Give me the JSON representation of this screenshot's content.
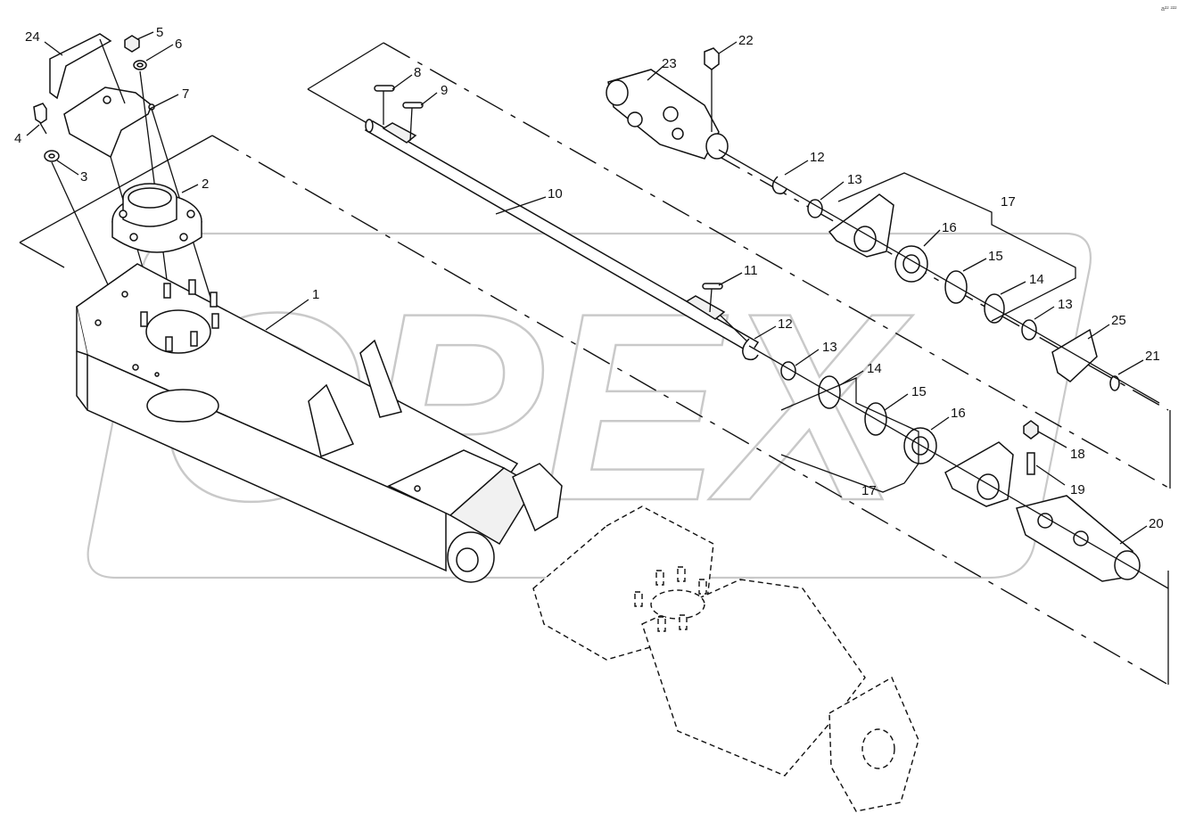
{
  "watermark": {
    "text": "OPEX"
  },
  "corner_mark": "a²² ²²²",
  "callouts": [
    {
      "id": "c24a",
      "label": "24"
    },
    {
      "id": "c5",
      "label": "5"
    },
    {
      "id": "c6",
      "label": "6"
    },
    {
      "id": "c7",
      "label": "7"
    },
    {
      "id": "c4",
      "label": "4"
    },
    {
      "id": "c3",
      "label": "3"
    },
    {
      "id": "c2",
      "label": "2"
    },
    {
      "id": "c1",
      "label": "1"
    },
    {
      "id": "c8",
      "label": "8"
    },
    {
      "id": "c9",
      "label": "9"
    },
    {
      "id": "c10",
      "label": "10"
    },
    {
      "id": "c11",
      "label": "11"
    },
    {
      "id": "c23",
      "label": "23"
    },
    {
      "id": "c22",
      "label": "22"
    },
    {
      "id": "c12a",
      "label": "12"
    },
    {
      "id": "c13a",
      "label": "13"
    },
    {
      "id": "c17a",
      "label": "17"
    },
    {
      "id": "c16a",
      "label": "16"
    },
    {
      "id": "c15a",
      "label": "15"
    },
    {
      "id": "c14a",
      "label": "14"
    },
    {
      "id": "c13b",
      "label": "13"
    },
    {
      "id": "c25",
      "label": "25"
    },
    {
      "id": "c21",
      "label": "21"
    },
    {
      "id": "c12b",
      "label": "12"
    },
    {
      "id": "c13c",
      "label": "13"
    },
    {
      "id": "c14b",
      "label": "14"
    },
    {
      "id": "c15b",
      "label": "15"
    },
    {
      "id": "c16b",
      "label": "16"
    },
    {
      "id": "c17b",
      "label": "17"
    },
    {
      "id": "c18",
      "label": "18"
    },
    {
      "id": "c19",
      "label": "19"
    },
    {
      "id": "c20",
      "label": "20"
    }
  ]
}
